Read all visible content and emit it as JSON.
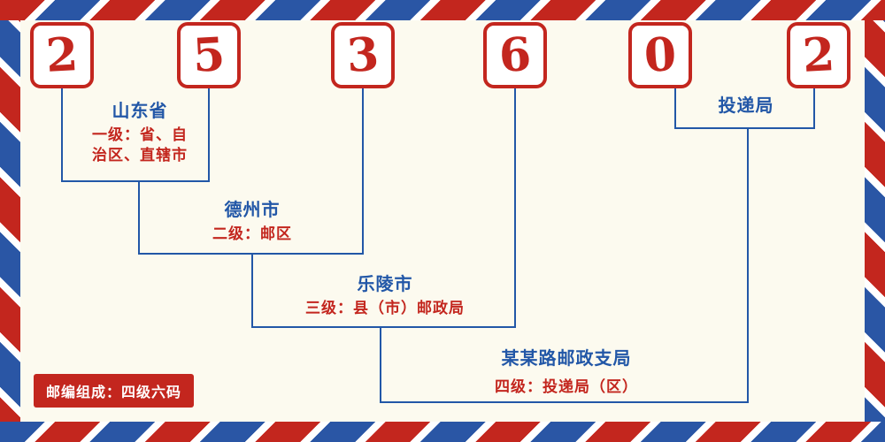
{
  "diagram": {
    "title_hint": "postal code structure diagram",
    "digits": [
      "2",
      "5",
      "3",
      "6",
      "0",
      "2"
    ],
    "levels": {
      "l1": {
        "place": "山东省",
        "desc1": "一级：省、自",
        "desc2": "治区、直辖市"
      },
      "l2": {
        "place": "德州市",
        "desc": "二级：邮区"
      },
      "l3": {
        "place": "乐陵市",
        "desc": "三级：县（市）邮政局"
      },
      "l4": {
        "place": "某某路邮政支局",
        "desc": "四级：投递局（区）"
      },
      "delivery_office": "投递局"
    },
    "badge": "邮编组成：四级六码",
    "colors": {
      "red": "#C3261E",
      "blue": "#2257A7",
      "background": "#FCFAEF"
    }
  }
}
